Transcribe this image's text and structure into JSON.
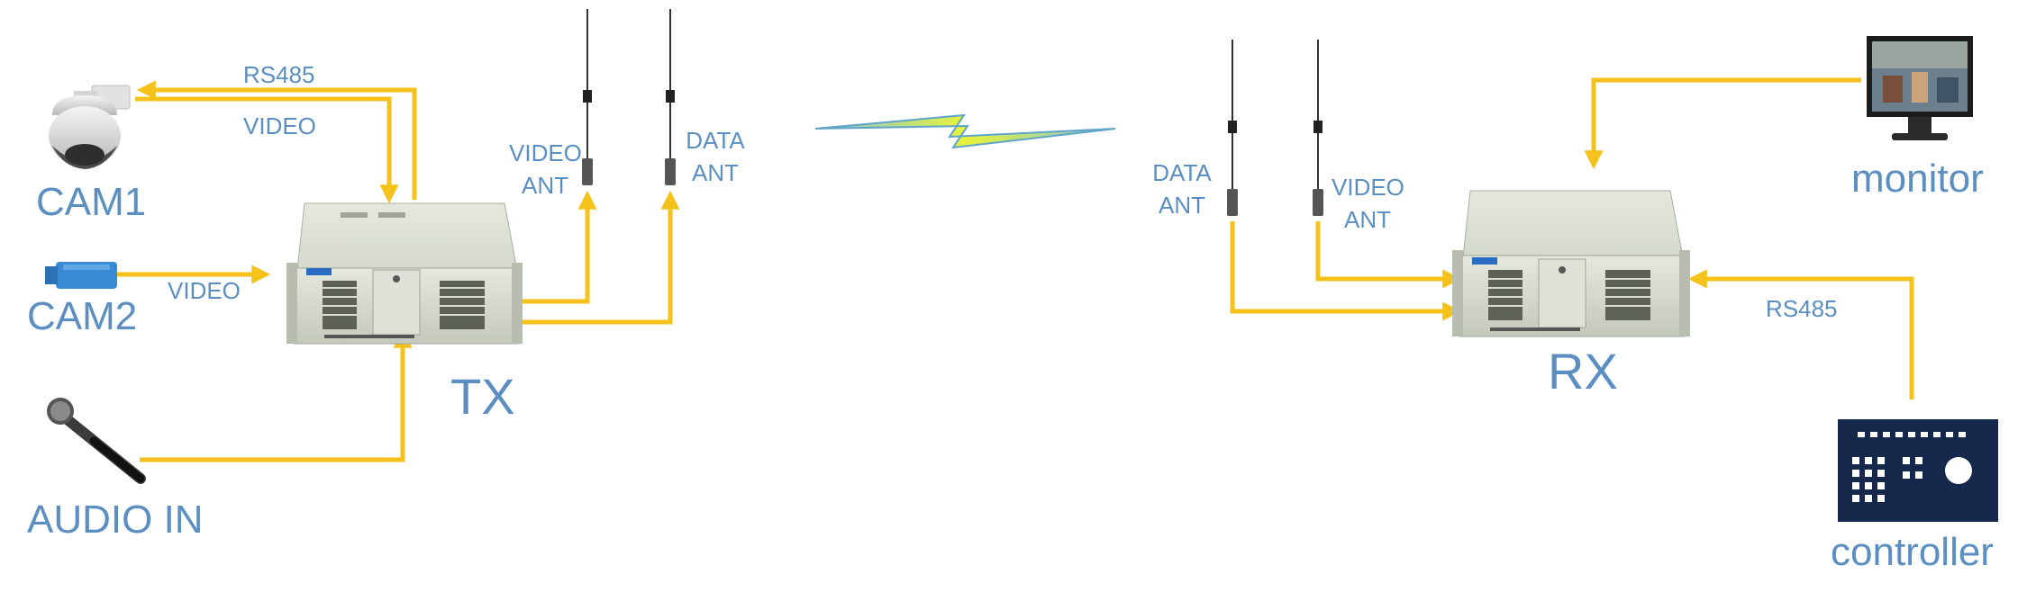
{
  "colors": {
    "wire": "#f5c21b",
    "label": "#5b8fc2",
    "device": "#cfd5c8",
    "bolt_fill": "#e8f23a",
    "bolt_edge": "#5fa4c9",
    "controller": "#17284d"
  },
  "icons": [
    "ptz-camera-icon",
    "bullet-camera-icon",
    "microphone-icon",
    "rack-server-icon",
    "antenna-icon",
    "wireless-bolt-icon",
    "monitor-icon",
    "keyboard-controller-icon"
  ],
  "labels": {
    "rs485_tx": "RS485",
    "video_cam1": "VIDEO",
    "cam1": "CAM1",
    "cam2": "CAM2",
    "video_cam2": "VIDEO",
    "audio_in": "AUDIO IN",
    "tx": "TX",
    "tx_video_ant_1": "VIDEO",
    "tx_video_ant_2": "ANT",
    "tx_data_ant_1": "DATA",
    "tx_data_ant_2": "ANT",
    "rx_data_ant_1": "DATA",
    "rx_data_ant_2": "ANT",
    "rx_video_ant_1": "VIDEO",
    "rx_video_ant_2": "ANT",
    "rx": "RX",
    "monitor": "monitor",
    "rs485_rx": "RS485",
    "controller": "controller"
  }
}
